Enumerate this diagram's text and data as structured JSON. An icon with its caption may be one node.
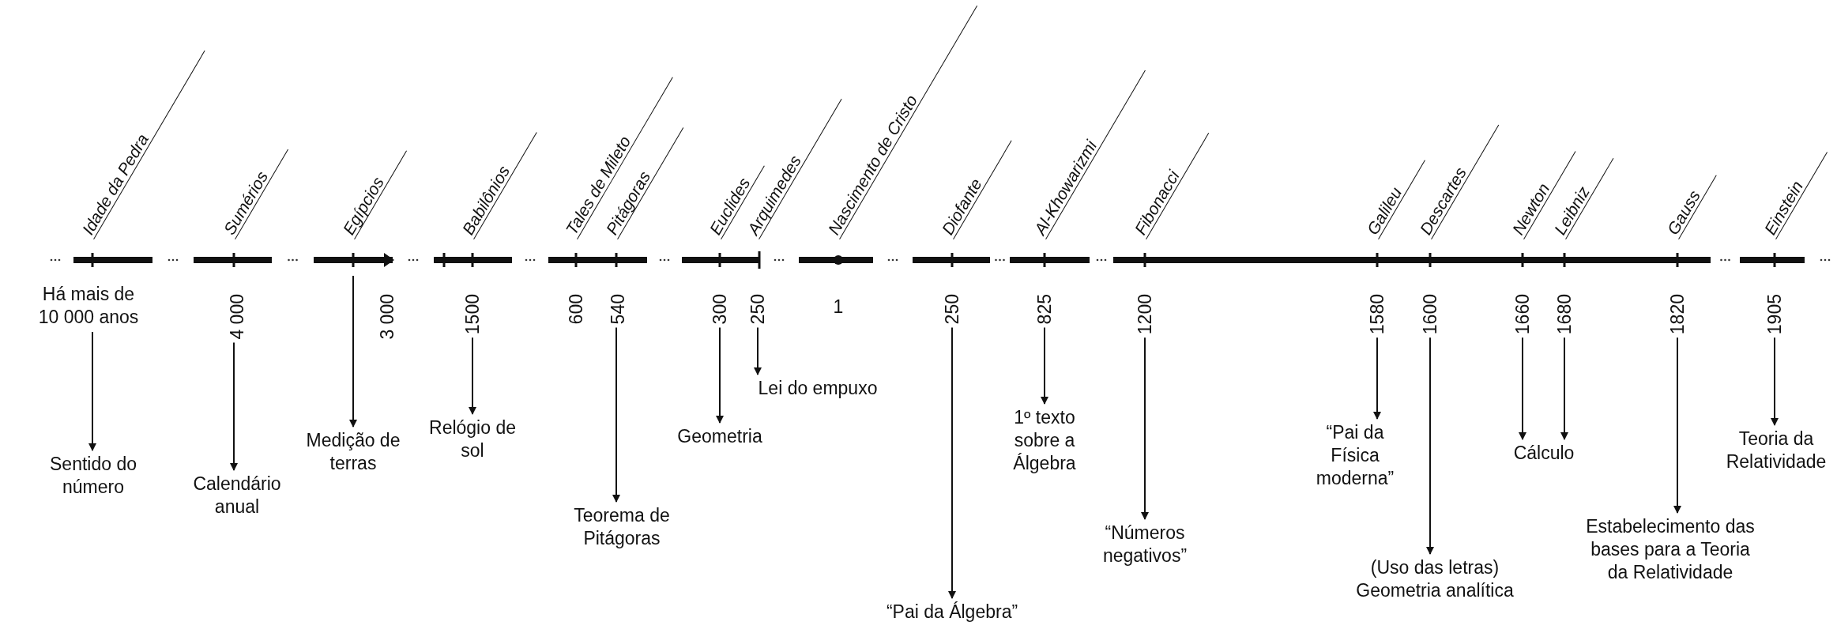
{
  "diagram": {
    "nodes": [
      {
        "text": [
          "Há mais de 10 000 anos"
        ],
        "beside": [
          "Idade da Pedra"
        ]
      },
      {
        "text": [
          "Sentido do número"
        ]
      },
      {
        "text": [
          "4 000"
        ],
        "beside": [
          "Sumérios"
        ]
      },
      {
        "text": [
          "Calendário anual"
        ]
      },
      {
        "text": [
          "3 000"
        ],
        "beside": [
          "Egípcios"
        ]
      },
      {
        "text": [
          "Medição de terras"
        ]
      },
      {
        "text": [
          "1500"
        ],
        "beside": [
          "Babilônios"
        ]
      },
      {
        "text": [
          "Relógio de sol"
        ]
      },
      {
        "text": [
          "600"
        ],
        "beside": [
          "Tales de Mileto"
        ]
      },
      {
        "text": [
          "540"
        ],
        "beside": [
          "Pitágoras"
        ]
      },
      {
        "text": [
          "Teorema de Pitágoras"
        ]
      },
      {
        "text": [
          "300"
        ],
        "beside": [
          "Euclides"
        ]
      },
      {
        "text": [
          "Geometria"
        ]
      },
      {
        "text": [
          "250"
        ],
        "beside": [
          "Arquimedes"
        ]
      },
      {
        "text": [
          "Lei do empuxo"
        ]
      },
      {
        "text": [
          "1"
        ],
        "beside": [
          "Nascimento de Cristo"
        ]
      },
      {
        "text": [
          "250"
        ],
        "beside": [
          "Diofante"
        ]
      },
      {
        "text": [
          "“Pai da Álgebra”"
        ]
      },
      {
        "text": [
          "825"
        ],
        "beside": [
          "Al-Khowarizmi"
        ]
      },
      {
        "text": [
          "1º texto sobre a Álgebra"
        ]
      },
      {
        "text": [
          "1200"
        ],
        "beside": [
          "Fibonacci"
        ]
      },
      {
        "text": [
          "“Números negativos”"
        ]
      },
      {
        "text": [
          "1580"
        ],
        "beside": [
          "Galileu"
        ]
      },
      {
        "text": [
          "“Pai da Física moderna”"
        ]
      },
      {
        "text": [
          "1600"
        ],
        "beside": [
          "Descartes"
        ]
      },
      {
        "text": [
          "(Uso das letras) Geometria analítica"
        ]
      },
      {
        "text": [
          "1660"
        ],
        "beside": [
          "Newton"
        ]
      },
      {
        "text": [
          "1680"
        ],
        "beside": [
          "Leibniz"
        ]
      },
      {
        "text": [
          "Cálculo"
        ]
      },
      {
        "text": [
          "1820"
        ],
        "beside": [
          "Gauss"
        ]
      },
      {
        "text": [
          "Estabelecimento das bases para a Teoria da Relatividade"
        ]
      },
      {
        "text": [
          "1905"
        ],
        "beside": [
          "Einstein"
        ]
      },
      {
        "text": [
          "Teoria da Relatividade"
        ]
      }
    ],
    "edges": [
      {
        "from": 0,
        "to": 1,
        "arrow": "to"
      },
      {
        "from": 2,
        "to": 3,
        "arrow": "to"
      },
      {
        "from": 4,
        "to": 5,
        "arrow": "to"
      },
      {
        "from": 6,
        "to": 7,
        "arrow": "to"
      },
      {
        "from": 9,
        "to": 10,
        "arrow": "to"
      },
      {
        "from": 11,
        "to": 12,
        "arrow": "to"
      },
      {
        "from": 13,
        "to": 14,
        "arrow": "to"
      },
      {
        "from": 16,
        "to": 17,
        "arrow": "to"
      },
      {
        "from": 18,
        "to": 19,
        "arrow": "to"
      },
      {
        "from": 20,
        "to": 21,
        "arrow": "to"
      },
      {
        "from": 22,
        "to": 23,
        "arrow": "to"
      },
      {
        "from": 24,
        "to": 25,
        "arrow": "to"
      },
      {
        "from": 26,
        "to": 28,
        "arrow": "to"
      },
      {
        "from": 27,
        "to": 28,
        "arrow": "to"
      },
      {
        "from": 29,
        "to": 30,
        "arrow": "to"
      },
      {
        "from": 31,
        "to": 32,
        "arrow": "to"
      }
    ]
  }
}
